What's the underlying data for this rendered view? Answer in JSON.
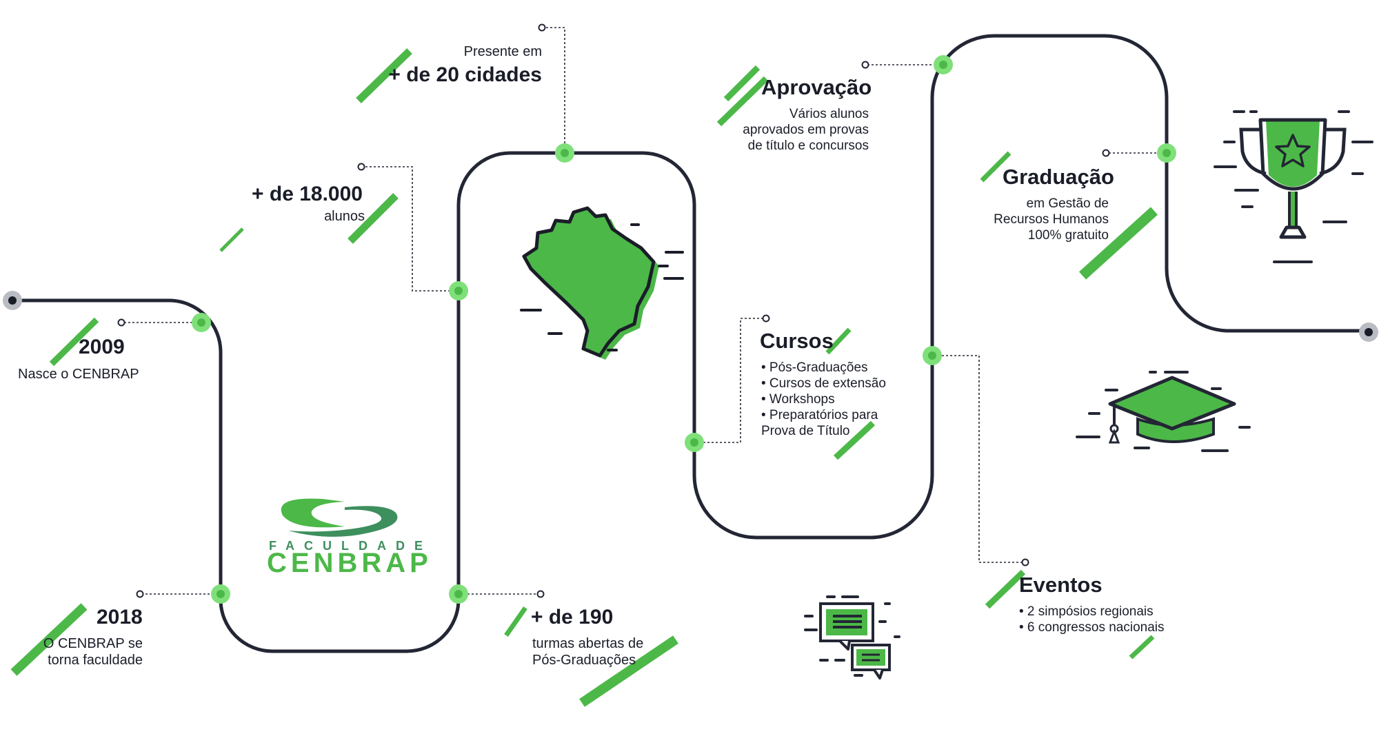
{
  "colors": {
    "path": "#232634",
    "accent": "#4cb848",
    "node_fill": "#7fe07a",
    "node_core": "#4cb848",
    "logo_dark": "#3e8f5e"
  },
  "logo": {
    "top": "FACULDADE",
    "name": "CENBRAP"
  },
  "milestones": [
    {
      "id": "2009",
      "title": "2009",
      "text": "Nasce o CENBRAP"
    },
    {
      "id": "18000",
      "title": "+ de 18.000",
      "text": "alunos"
    },
    {
      "id": "cidades",
      "intro": "Presente em",
      "title": "+ de 20 cidades"
    },
    {
      "id": "2018",
      "title": "2018",
      "lines": [
        "O CENBRAP se",
        "torna faculdade"
      ]
    },
    {
      "id": "190",
      "title": "+ de 190",
      "lines": [
        "turmas abertas de",
        "Pós-Graduações"
      ]
    },
    {
      "id": "aprovacao",
      "title": "Aprovação",
      "lines": [
        "Vários alunos",
        "aprovados em provas",
        "de título e concursos"
      ]
    },
    {
      "id": "graduacao",
      "title": "Graduação",
      "lines": [
        "em Gestão de",
        "Recursos Humanos",
        "100% gratuito"
      ]
    },
    {
      "id": "cursos",
      "title": "Cursos",
      "items": [
        "• Pós-Graduações",
        "• Cursos de extensão",
        "• Workshops",
        "• Preparatórios para",
        "Prova de Título"
      ]
    },
    {
      "id": "eventos",
      "title": "Eventos",
      "items": [
        "• 2 simpósios regionais",
        "• 6 congressos nacionais"
      ]
    }
  ],
  "icons": [
    "brazil-map-icon",
    "trophy-icon",
    "graduation-cap-icon",
    "chat-bubbles-icon",
    "cenbrap-logo"
  ]
}
